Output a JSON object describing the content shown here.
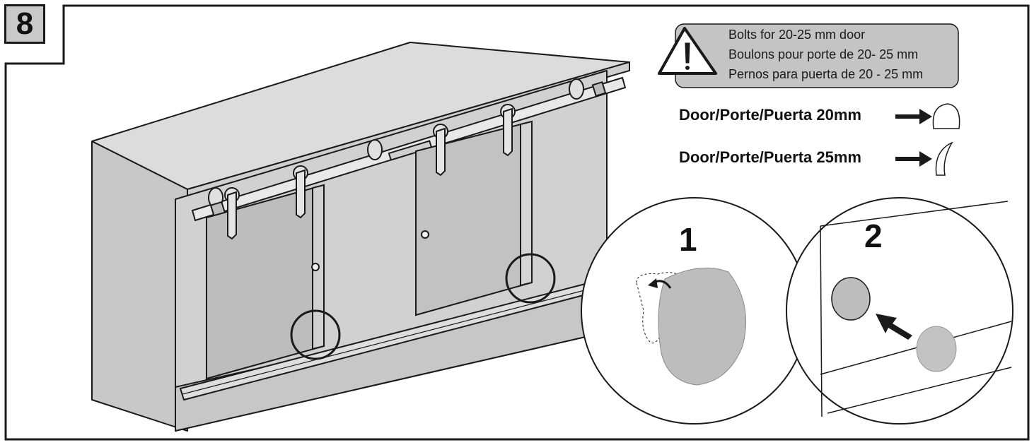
{
  "step": {
    "number": "8"
  },
  "warning": {
    "lines": [
      "Bolts for 20-25 mm door",
      "Boulons pour porte de 20- 25 mm",
      "Pernos para puerta de 20 - 25 mm"
    ]
  },
  "door_options": [
    {
      "label": "Door/Porte/Puerta 20mm"
    },
    {
      "label": "Door/Porte/Puerta 25mm"
    }
  ],
  "details": [
    {
      "number": "1"
    },
    {
      "number": "2"
    }
  ],
  "colors": {
    "outline": "#1a1a1a",
    "cabinet_light": "#d6d6d6",
    "cabinet_mid": "#c4c4c4",
    "door_fill": "#b9b9b9",
    "cap_fill": "#bdbdbd",
    "callout_fill": "#c2c2c2"
  }
}
